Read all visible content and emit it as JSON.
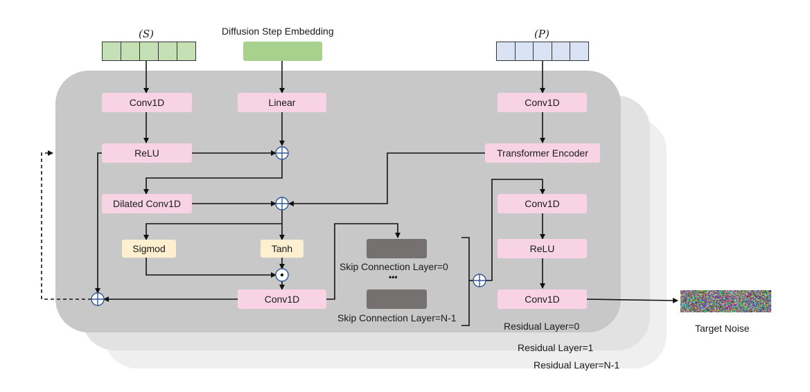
{
  "inputs": {
    "s_label": "(S)",
    "p_label": "(P)",
    "step_embedding_label": "Diffusion Step Embedding"
  },
  "blocks": {
    "conv1d_s": "Conv1D",
    "linear": "Linear",
    "conv1d_p": "Conv1D",
    "relu_s": "ReLU",
    "transformer_encoder": "Transformer Encoder",
    "dilated_conv1d": "Dilated Conv1D",
    "sigmod": "Sigmod",
    "tanh": "Tanh",
    "conv1d_out": "Conv1D",
    "conv1d_r1": "Conv1D",
    "relu_r": "ReLU",
    "conv1d_r2": "Conv1D"
  },
  "skip": {
    "first_label": "Skip Connection Layer=0",
    "ellipsis": "•••",
    "last_label": "Skip Connection Layer=N-1"
  },
  "layers": {
    "layer0": "Residual Layer=0",
    "layer1": "Residual Layer=1",
    "layerN": "Residual Layer=N-1"
  },
  "output": {
    "target_noise": "Target Noise"
  },
  "operators": {
    "add_symbol": "⊕",
    "multiply_symbol": "⊙"
  },
  "colors": {
    "pink_block": "#f7d3e4",
    "cream_block": "#fdefcf",
    "green_vector": "#c5e0b4",
    "blue_vector": "#dae3f3",
    "circle_stroke": "#2f5597",
    "panel_front": "#c8c8c8",
    "panel_mid": "#e2e2e2",
    "panel_back": "#efefef"
  }
}
